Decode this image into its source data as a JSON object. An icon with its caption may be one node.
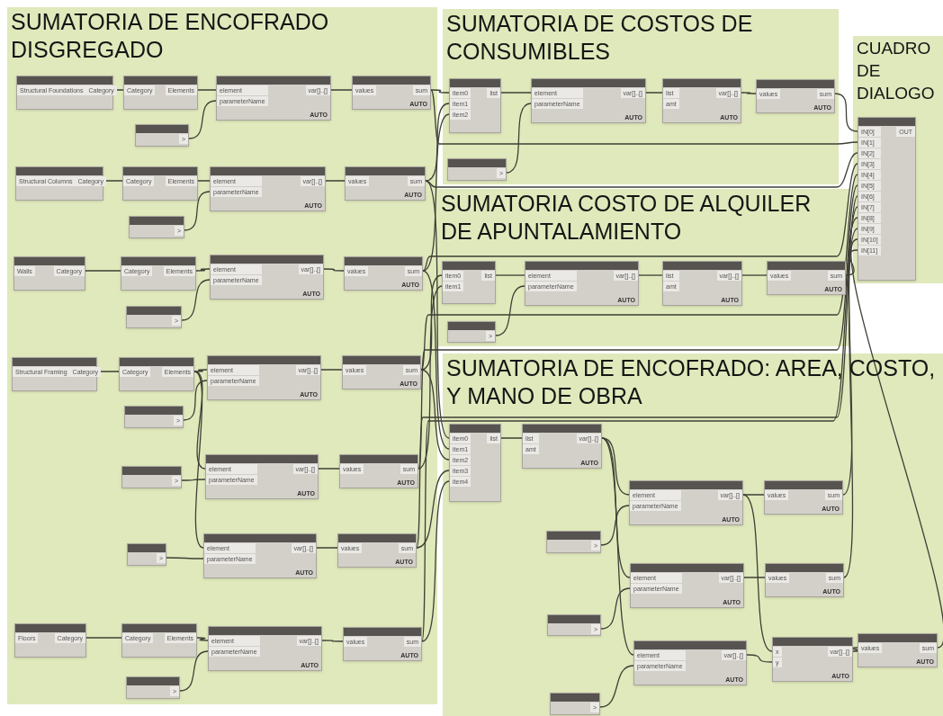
{
  "diagram": {
    "nodes": [
      {
        "text": [
          "SUMATORIA DE ENCOFRADO DISGREGADO"
        ]
      },
      {
        "text": [
          "Structural Foundations",
          "Category"
        ],
        "in": 0
      },
      {
        "text": [
          "Category",
          "Elements"
        ],
        "in": 0
      },
      {
        "text": [
          "element",
          "parameterName",
          "var[]..[]",
          "AUTO"
        ],
        "in": 0
      },
      {
        "text": [
          "values",
          "sum",
          "AUTO"
        ],
        "in": 0
      },
      {
        "text": [
          ">"
        ],
        "in": 0
      },
      {
        "text": [
          "Structural Columns",
          "Category"
        ],
        "in": 0
      },
      {
        "text": [
          "Category",
          "Elements"
        ],
        "in": 0
      },
      {
        "text": [
          "element",
          "parameterName",
          "var[]..[]",
          "AUTO"
        ],
        "in": 0
      },
      {
        "text": [
          "values",
          "sum",
          "AUTO"
        ],
        "in": 0
      },
      {
        "text": [
          ">"
        ],
        "in": 0
      },
      {
        "text": [
          "Walls",
          "Category"
        ],
        "in": 0
      },
      {
        "text": [
          "Category",
          "Elements"
        ],
        "in": 0
      },
      {
        "text": [
          "element",
          "parameterName",
          "var[]..[]",
          "AUTO"
        ],
        "in": 0
      },
      {
        "text": [
          "values",
          "sum",
          "AUTO"
        ],
        "in": 0
      },
      {
        "text": [
          ">"
        ],
        "in": 0
      },
      {
        "text": [
          "Structural Framing",
          "Category"
        ],
        "in": 0
      },
      {
        "text": [
          "Category",
          "Elements"
        ],
        "in": 0
      },
      {
        "text": [
          "element",
          "parameterName",
          "var[]..[]",
          "AUTO"
        ],
        "in": 0
      },
      {
        "text": [
          "values",
          "sum",
          "AUTO"
        ],
        "in": 0
      },
      {
        "text": [
          ">"
        ],
        "in": 0
      },
      {
        "text": [
          ">"
        ],
        "in": 0
      },
      {
        "text": [
          "element",
          "parameterName",
          "var[]..[]",
          "AUTO"
        ],
        "in": 0
      },
      {
        "text": [
          "values",
          "sum",
          "AUTO"
        ],
        "in": 0
      },
      {
        "text": [
          ">"
        ],
        "in": 0
      },
      {
        "text": [
          "element",
          "parameterName",
          "var[]..[]",
          "AUTO"
        ],
        "in": 0
      },
      {
        "text": [
          "values",
          "sum",
          "AUTO"
        ],
        "in": 0
      },
      {
        "text": [
          "Floors",
          "Category"
        ],
        "in": 0
      },
      {
        "text": [
          "Category",
          "Elements"
        ],
        "in": 0
      },
      {
        "text": [
          "element",
          "parameterName",
          "var[]..[]",
          "AUTO"
        ],
        "in": 0
      },
      {
        "text": [
          "values",
          "sum",
          "AUTO"
        ],
        "in": 0
      },
      {
        "text": [
          ">"
        ],
        "in": 0
      },
      {
        "text": [
          "SUMATORIA DE COSTOS DE CONSUMIBLES"
        ]
      },
      {
        "text": [
          "item0",
          "item1",
          "item2",
          "list"
        ],
        "in": 32
      },
      {
        "text": [
          "element",
          "parameterName",
          "var[]..[]",
          "AUTO"
        ],
        "in": 32
      },
      {
        "text": [
          "list",
          "amt",
          "var[]..[]",
          "AUTO"
        ],
        "in": 32
      },
      {
        "text": [
          "values",
          "sum",
          "AUTO"
        ],
        "in": 32
      },
      {
        "text": [
          ">"
        ],
        "in": 32
      },
      {
        "text": [
          "CUADRO DE DIALOGO"
        ]
      },
      {
        "text": [
          "IN[0]",
          "IN[1]",
          "IN[2]",
          "IN[3]",
          "IN[4]",
          "IN[5]",
          "IN[6]",
          "IN[7]",
          "IN[8]",
          "IN[9]",
          "IN[10]",
          "IN[11]",
          "OUT"
        ],
        "in": 38
      },
      {
        "text": [
          "SUMATORIA COSTO DE ALQUILER DE APUNTALAMIENTO"
        ]
      },
      {
        "text": [
          "item0",
          "item1",
          "list"
        ],
        "in": 40
      },
      {
        "text": [
          "element",
          "parameterName",
          "var[]..[]",
          "AUTO"
        ],
        "in": 40
      },
      {
        "text": [
          "list",
          "amt",
          "var[]..[]",
          "AUTO"
        ],
        "in": 40
      },
      {
        "text": [
          "values",
          "sum",
          "AUTO"
        ],
        "in": 40
      },
      {
        "text": [
          ">"
        ],
        "in": 40
      },
      {
        "text": [
          "SUMATORIA DE ENCOFRADO: AREA, COSTO, Y MANO DE OBRA"
        ]
      },
      {
        "text": [
          "item0",
          "item1",
          "item2",
          "item3",
          "item4",
          "list"
        ],
        "in": 46
      },
      {
        "text": [
          "list",
          "amt",
          "var[]..[]",
          "AUTO"
        ],
        "in": 46
      },
      {
        "text": [
          "element",
          "parameterName",
          "var[]..[]",
          "AUTO"
        ],
        "in": 46
      },
      {
        "text": [
          "values",
          "sum",
          "AUTO"
        ],
        "in": 46
      },
      {
        "text": [
          ">"
        ],
        "in": 46
      },
      {
        "text": [
          "element",
          "parameterName",
          "var[]..[]",
          "AUTO"
        ],
        "in": 46
      },
      {
        "text": [
          "values",
          "sum",
          "AUTO"
        ],
        "in": 46
      },
      {
        "text": [
          ">"
        ],
        "in": 46
      },
      {
        "text": [
          "element",
          "parameterName",
          "var[]..[]",
          "AUTO"
        ],
        "in": 46
      },
      {
        "text": [
          "x",
          "y",
          "var[]..[]",
          "AUTO"
        ],
        "in": 46
      },
      {
        "text": [
          "values",
          "sum",
          "AUTO"
        ],
        "in": 46
      },
      {
        "text": [
          ">"
        ],
        "in": 46
      }
    ],
    "edges": [
      {
        "from": 1,
        "to": 2,
        "arrow": "none"
      },
      {
        "from": 2,
        "to": 3,
        "arrow": "none"
      },
      {
        "from": 5,
        "to": 3,
        "arrow": "none"
      },
      {
        "from": 3,
        "to": 4,
        "arrow": "none"
      },
      {
        "from": 6,
        "to": 7,
        "arrow": "none"
      },
      {
        "from": 7,
        "to": 8,
        "arrow": "none"
      },
      {
        "from": 10,
        "to": 8,
        "arrow": "none"
      },
      {
        "from": 8,
        "to": 9,
        "arrow": "none"
      },
      {
        "from": 11,
        "to": 12,
        "arrow": "none"
      },
      {
        "from": 12,
        "to": 13,
        "arrow": "none"
      },
      {
        "from": 15,
        "to": 13,
        "arrow": "none"
      },
      {
        "from": 13,
        "to": 14,
        "arrow": "none"
      },
      {
        "from": 16,
        "to": 17,
        "arrow": "none"
      },
      {
        "from": 17,
        "to": 18,
        "arrow": "none"
      },
      {
        "from": 20,
        "to": 18,
        "arrow": "none"
      },
      {
        "from": 18,
        "to": 19,
        "arrow": "none"
      },
      {
        "from": 17,
        "to": 22,
        "arrow": "none"
      },
      {
        "from": 21,
        "to": 22,
        "arrow": "none"
      },
      {
        "from": 22,
        "to": 23,
        "arrow": "none"
      },
      {
        "from": 17,
        "to": 25,
        "arrow": "none"
      },
      {
        "from": 24,
        "to": 25,
        "arrow": "none"
      },
      {
        "from": 25,
        "to": 26,
        "arrow": "none"
      },
      {
        "from": 27,
        "to": 28,
        "arrow": "none"
      },
      {
        "from": 28,
        "to": 29,
        "arrow": "none"
      },
      {
        "from": 31,
        "to": 29,
        "arrow": "none"
      },
      {
        "from": 29,
        "to": 30,
        "arrow": "none"
      },
      {
        "from": 33,
        "to": 34,
        "arrow": "none"
      },
      {
        "from": 37,
        "to": 34,
        "arrow": "none"
      },
      {
        "from": 34,
        "to": 35,
        "arrow": "none"
      },
      {
        "from": 35,
        "to": 36,
        "arrow": "none"
      },
      {
        "from": 41,
        "to": 42,
        "arrow": "none"
      },
      {
        "from": 45,
        "to": 42,
        "arrow": "none"
      },
      {
        "from": 42,
        "to": 43,
        "arrow": "none"
      },
      {
        "from": 43,
        "to": 44,
        "arrow": "none"
      },
      {
        "from": 47,
        "to": 48,
        "arrow": "none"
      },
      {
        "from": 48,
        "to": 49,
        "arrow": "none"
      },
      {
        "from": 51,
        "to": 49,
        "arrow": "none"
      },
      {
        "from": 48,
        "to": 52,
        "arrow": "none"
      },
      {
        "from": 54,
        "to": 52,
        "arrow": "none"
      },
      {
        "from": 48,
        "to": 55,
        "arrow": "none"
      },
      {
        "from": 58,
        "to": 55,
        "arrow": "none"
      },
      {
        "from": 49,
        "to": 50,
        "arrow": "none"
      },
      {
        "from": 52,
        "to": 53,
        "arrow": "none"
      },
      {
        "from": 49,
        "to": 56,
        "arrow": "none"
      },
      {
        "from": 55,
        "to": 56,
        "arrow": "none"
      },
      {
        "from": 56,
        "to": 57,
        "arrow": "none"
      },
      {
        "from": 4,
        "to": 33,
        "arrow": "none"
      },
      {
        "from": 9,
        "to": 33,
        "arrow": "none"
      },
      {
        "from": 14,
        "to": 33,
        "arrow": "none"
      },
      {
        "from": 19,
        "to": 41,
        "arrow": "none"
      },
      {
        "from": 23,
        "to": 41,
        "arrow": "none"
      },
      {
        "from": 9,
        "to": 47,
        "arrow": "none"
      },
      {
        "from": 14,
        "to": 47,
        "arrow": "none"
      },
      {
        "from": 19,
        "to": 47,
        "arrow": "none"
      },
      {
        "from": 26,
        "to": 47,
        "arrow": "none"
      },
      {
        "from": 30,
        "to": 47,
        "arrow": "none"
      },
      {
        "from": 36,
        "to": 39,
        "arrow": "none"
      },
      {
        "from": 4,
        "to": 39,
        "arrow": "none"
      },
      {
        "from": 9,
        "to": 39,
        "arrow": "none"
      },
      {
        "from": 14,
        "to": 39,
        "arrow": "none"
      },
      {
        "from": 19,
        "to": 39,
        "arrow": "none"
      },
      {
        "from": 23,
        "to": 39,
        "arrow": "none"
      },
      {
        "from": 26,
        "to": 39,
        "arrow": "none"
      },
      {
        "from": 30,
        "to": 39,
        "arrow": "none"
      },
      {
        "from": 50,
        "to": 39,
        "arrow": "none"
      },
      {
        "from": 53,
        "to": 39,
        "arrow": "none"
      },
      {
        "from": 57,
        "to": 39,
        "arrow": "none"
      },
      {
        "from": 44,
        "to": 39,
        "arrow": "none"
      }
    ]
  }
}
